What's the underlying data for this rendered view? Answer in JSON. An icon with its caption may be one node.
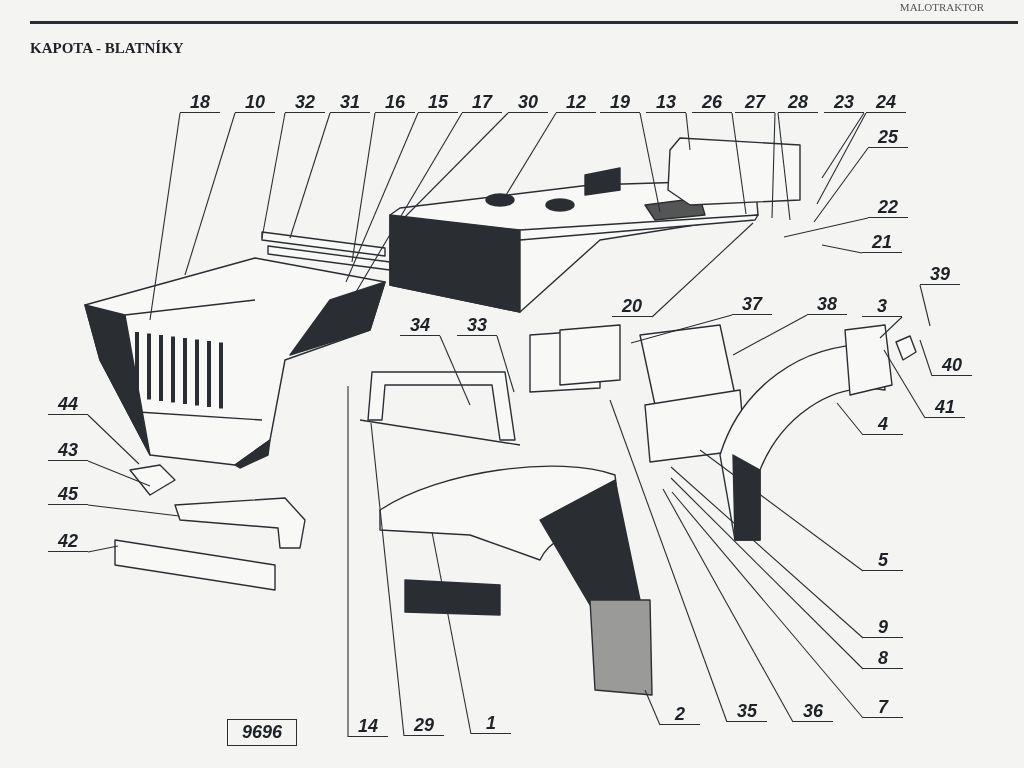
{
  "diagram": {
    "title": "KAPOTA - BLATNÍKY",
    "nodes": [
      {
        "text": [
          "18"
        ]
      },
      {
        "text": [
          "10"
        ]
      },
      {
        "text": [
          "32"
        ]
      },
      {
        "text": [
          "31"
        ]
      },
      {
        "text": [
          "16"
        ]
      },
      {
        "text": [
          "15"
        ]
      },
      {
        "text": [
          "17"
        ]
      },
      {
        "text": [
          "30"
        ]
      },
      {
        "text": [
          "12"
        ]
      },
      {
        "text": [
          "19"
        ]
      },
      {
        "text": [
          "13"
        ]
      },
      {
        "text": [
          "26"
        ]
      },
      {
        "text": [
          "27"
        ]
      },
      {
        "text": [
          "28"
        ]
      },
      {
        "text": [
          "23"
        ]
      },
      {
        "text": [
          "24"
        ]
      },
      {
        "text": [
          "25"
        ]
      },
      {
        "text": [
          "22"
        ]
      },
      {
        "text": [
          "21"
        ]
      },
      {
        "text": [
          "39"
        ]
      },
      {
        "text": [
          "20"
        ]
      },
      {
        "text": [
          "37"
        ]
      },
      {
        "text": [
          "38"
        ]
      },
      {
        "text": [
          "3"
        ]
      },
      {
        "text": [
          "34"
        ]
      },
      {
        "text": [
          "33"
        ]
      },
      {
        "text": [
          "40"
        ]
      },
      {
        "text": [
          "44"
        ]
      },
      {
        "text": [
          "41"
        ]
      },
      {
        "text": [
          "4"
        ]
      },
      {
        "text": [
          "43"
        ]
      },
      {
        "text": [
          "45"
        ]
      },
      {
        "text": [
          "42"
        ]
      },
      {
        "text": [
          "5"
        ]
      },
      {
        "text": [
          "9"
        ]
      },
      {
        "text": [
          "8"
        ]
      },
      {
        "text": [
          "7"
        ]
      },
      {
        "text": [
          "2"
        ]
      },
      {
        "text": [
          "35"
        ]
      },
      {
        "text": [
          "36"
        ]
      },
      {
        "text": [
          "14"
        ]
      },
      {
        "text": [
          "29"
        ]
      },
      {
        "text": [
          "1"
        ]
      },
      {
        "text": [
          "9696"
        ]
      }
    ],
    "edges": [
      {
        "from": 0,
        "to": null,
        "arrow": "none"
      },
      {
        "from": 1,
        "to": null,
        "arrow": "none"
      },
      {
        "from": 2,
        "to": null,
        "arrow": "none"
      },
      {
        "from": 3,
        "to": null,
        "arrow": "none"
      },
      {
        "from": 4,
        "to": null,
        "arrow": "none"
      },
      {
        "from": 5,
        "to": null,
        "arrow": "none"
      },
      {
        "from": 6,
        "to": null,
        "arrow": "none"
      },
      {
        "from": 7,
        "to": null,
        "arrow": "none"
      },
      {
        "from": 8,
        "to": null,
        "arrow": "none"
      },
      {
        "from": 9,
        "to": null,
        "arrow": "none"
      },
      {
        "from": 10,
        "to": null,
        "arrow": "none"
      },
      {
        "from": 11,
        "to": null,
        "arrow": "none"
      },
      {
        "from": 12,
        "to": null,
        "arrow": "none"
      },
      {
        "from": 13,
        "to": null,
        "arrow": "none"
      },
      {
        "from": 14,
        "to": null,
        "arrow": "none"
      },
      {
        "from": 15,
        "to": null,
        "arrow": "none"
      },
      {
        "from": 16,
        "to": null,
        "arrow": "none"
      },
      {
        "from": 17,
        "to": null,
        "arrow": "none"
      },
      {
        "from": 18,
        "to": null,
        "arrow": "none"
      },
      {
        "from": 19,
        "to": null,
        "arrow": "none"
      },
      {
        "from": 20,
        "to": null,
        "arrow": "none"
      },
      {
        "from": 21,
        "to": null,
        "arrow": "none"
      },
      {
        "from": 22,
        "to": null,
        "arrow": "none"
      },
      {
        "from": 23,
        "to": null,
        "arrow": "none"
      },
      {
        "from": 24,
        "to": null,
        "arrow": "none"
      },
      {
        "from": 25,
        "to": null,
        "arrow": "none"
      },
      {
        "from": 26,
        "to": null,
        "arrow": "none"
      },
      {
        "from": 27,
        "to": null,
        "arrow": "none"
      },
      {
        "from": 28,
        "to": null,
        "arrow": "none"
      },
      {
        "from": 29,
        "to": null,
        "arrow": "none"
      },
      {
        "from": 30,
        "to": null,
        "arrow": "none"
      },
      {
        "from": 31,
        "to": null,
        "arrow": "none"
      },
      {
        "from": 32,
        "to": null,
        "arrow": "none"
      },
      {
        "from": 33,
        "to": null,
        "arrow": "none"
      },
      {
        "from": 34,
        "to": null,
        "arrow": "none"
      },
      {
        "from": 35,
        "to": null,
        "arrow": "none"
      },
      {
        "from": 36,
        "to": null,
        "arrow": "none"
      },
      {
        "from": 37,
        "to": null,
        "arrow": "none"
      },
      {
        "from": 38,
        "to": null,
        "arrow": "none"
      },
      {
        "from": 39,
        "to": null,
        "arrow": "none"
      },
      {
        "from": 40,
        "to": null,
        "arrow": "none"
      },
      {
        "from": 41,
        "to": null,
        "arrow": "none"
      },
      {
        "from": 42,
        "to": null,
        "arrow": "none"
      }
    ],
    "labels": [
      "MALOTRAKTOR"
    ]
  }
}
